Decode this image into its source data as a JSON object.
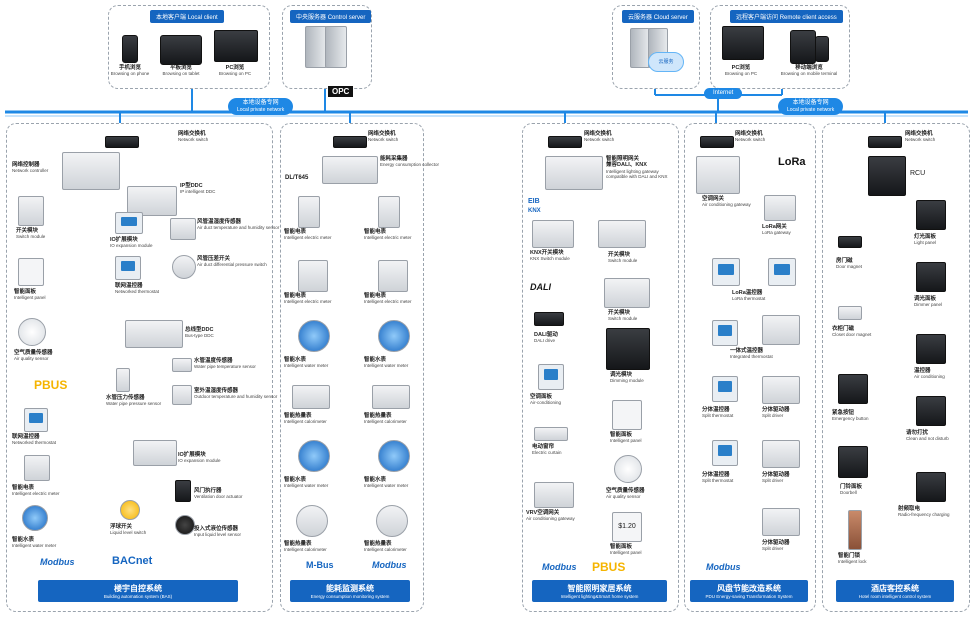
{
  "top": {
    "local_client": {
      "cn": "本地客户端",
      "en": "Local client",
      "devices": [
        {
          "cn": "手机浏览",
          "en": "Browsing on phone"
        },
        {
          "cn": "平板浏览",
          "en": "Browsing on tablet"
        },
        {
          "cn": "PC浏览",
          "en": "Browsing on PC"
        }
      ]
    },
    "control_server": {
      "cn": "中央服务器",
      "en": "Control server",
      "logo": "OPC"
    },
    "cloud_server": {
      "cn": "云服务器",
      "en": "Cloud server",
      "cloud_label": "云服务"
    },
    "remote_client": {
      "cn": "远程客户端访问",
      "en": "Remote client access",
      "devices": [
        {
          "cn": "PC浏览",
          "en": "Browsing on PC"
        },
        {
          "cn": "移动端浏览",
          "en": "Browsing on mobile terminal"
        }
      ]
    },
    "internet": "Internet"
  },
  "lan_left": {
    "cn": "本地设备专网",
    "en": "Local private network"
  },
  "lan_right": {
    "cn": "本地设备专网",
    "en": "Local private network"
  },
  "switch": {
    "cn": "网络交换机",
    "en": "Network switch"
  },
  "bas": {
    "title_cn": "楼宇自控系统",
    "title_en": "Building automation system (BAS)",
    "controller": {
      "cn": "网络控制器",
      "en": "Network controller"
    },
    "ip_ddc": {
      "cn": "IP型DDC",
      "en": "IP intelligent DDC"
    },
    "switch_module": {
      "cn": "开关模块",
      "en": "Switch module"
    },
    "panel": {
      "cn": "智能面板",
      "en": "Intelligent panel"
    },
    "air_sensor": {
      "cn": "空气质量传感器",
      "en": "Air quality sensor"
    },
    "io_module": {
      "cn": "IO扩展模块",
      "en": "IO expansion module"
    },
    "duct_sensor": {
      "cn": "风管温湿度传感器",
      "en": "Air duct temperature and humidity sensor"
    },
    "pressure_switch": {
      "cn": "风管压差开关",
      "en": "Air duct differential pressure switch"
    },
    "net_thermostat": {
      "cn": "联网温控器",
      "en": "Networked thermostat"
    },
    "bus_ddc": {
      "cn": "总线型DDC",
      "en": "Bus-type DDC"
    },
    "pipe_temp": {
      "cn": "水管温度传感器",
      "en": "Water pipe temperature sensor"
    },
    "outdoor_sensor": {
      "cn": "室外温湿度传感器",
      "en": "Outdoor temperature and humidity sensor"
    },
    "pipe_pressure": {
      "cn": "水管压力传感器",
      "en": "Water pipe pressure sensor"
    },
    "thermostat2": {
      "cn": "联网温控器",
      "en": "Networked thermostat"
    },
    "io_module2": {
      "cn": "IO扩展模块",
      "en": "IO expansion module"
    },
    "vent_actuator": {
      "cn": "风门执行器",
      "en": "Ventilation door actuator"
    },
    "meter": {
      "cn": "智能电表",
      "en": "Intelligent electric meter"
    },
    "water_meter": {
      "cn": "智能水表",
      "en": "Intelligent water meter"
    },
    "float_switch": {
      "cn": "浮球开关",
      "en": "Liquid level switch"
    },
    "level_sensor": {
      "cn": "投入式液位传感器",
      "en": "Input liquid level sensor"
    },
    "pbus": "PBUS",
    "modbus": "Modbus",
    "bacnet": "BACnet"
  },
  "energy": {
    "title_cn": "能耗监测系统",
    "title_en": "Energy consumption monitoring system",
    "protocol": "DL/T645",
    "collector": {
      "cn": "能耗采集器",
      "en": "Energy consumption collector"
    },
    "meter": {
      "cn": "智能电表",
      "en": "Intelligent electric meter"
    },
    "water": {
      "cn": "智能水表",
      "en": "Intelligent water meter"
    },
    "calori": {
      "cn": "智能热量表",
      "en": "Intelligent calorimeter"
    },
    "mbus": "M-Bus",
    "modbus": "Modbus"
  },
  "lighting": {
    "title_cn": "智能照明家居系统",
    "title_en": "Intelligent lighting&Smart home system",
    "gateway": {
      "cn": "智能照明网关",
      "sub_cn": "兼容DALI、KNX",
      "en": "Intelligent lighting gateway compatible with DALI and KNX"
    },
    "eib": "EIB",
    "knx": "KNX",
    "dali": "DALI",
    "knx_switch": {
      "cn": "KNX开关模块",
      "en": "KNX Switch module"
    },
    "switch_module": {
      "cn": "开关模块",
      "en": "Switch module"
    },
    "switch_module2": {
      "cn": "开关模块",
      "en": "Switch module"
    },
    "dali_drive": {
      "cn": "DALI驱动",
      "en": "DALI drive"
    },
    "dimming": {
      "cn": "调光模块",
      "en": "Dimming module"
    },
    "ac": {
      "cn": "空调面板",
      "en": "Air-conditioning"
    },
    "curtain": {
      "cn": "电动窗帘",
      "en": "Electric curtain"
    },
    "panel": {
      "cn": "智能面板",
      "en": "Intelligent panel"
    },
    "air": {
      "cn": "空气质量传感器",
      "en": "Air quality sensor"
    },
    "vrv": {
      "cn": "VRV空调网关",
      "en": "Air conditioning gateway"
    },
    "panel2": {
      "cn": "智能面板",
      "en": "Intelligent panel"
    },
    "panel_value": "$1.20",
    "modbus": "Modbus",
    "pbus": "PBUS"
  },
  "pdu": {
    "title_cn": "风盘节能改造系统",
    "title_en": "PDU Energy-saving Transformation System",
    "ac_gateway": {
      "cn": "空调网关",
      "en": "Air conditioning gateway"
    },
    "lora": "LoRa",
    "lora_gateway": {
      "cn": "LoRa网关",
      "en": "LoRa gateway"
    },
    "lora_thermo": {
      "cn": "LoRa温控器",
      "en": "LoRa thermostat"
    },
    "integrated": {
      "cn": "一体式温控器",
      "en": "Integrated thermostat"
    },
    "split_thermo": {
      "cn": "分体温控器",
      "en": "Split thermostat"
    },
    "split_driver": {
      "cn": "分体驱动器",
      "en": "Split driver"
    },
    "modbus": "Modbus"
  },
  "rcu": {
    "title_cn": "酒店客控系统",
    "title_en": "Hotel room intelligent control system",
    "rcu": "RCU",
    "light_panel": {
      "cn": "灯光面板",
      "en": "Light panel"
    },
    "door_magnet": {
      "cn": "房门磁",
      "en": "Door magnet"
    },
    "dimmer": {
      "cn": "调光面板",
      "en": "Dimmer panel"
    },
    "closet": {
      "cn": "衣柜门磁",
      "en": "Closet door magnet"
    },
    "thermostat": {
      "cn": "温控器",
      "en": "Air conditioning"
    },
    "emergency": {
      "cn": "紧急按钮",
      "en": "Emergency button"
    },
    "clean": {
      "cn": "请勿打扰",
      "en": "Clean and not disturb"
    },
    "doorbell": {
      "cn": "门铃面板",
      "en": "Doorbell"
    },
    "lock": {
      "cn": "智能门锁",
      "en": "Intelligent lock"
    },
    "rf": {
      "cn": "射频取电",
      "en": "Radio-frequency charging"
    }
  },
  "colors": {
    "lan": "#1e88e5",
    "bus_green": "#43a047",
    "bus_yellow": "#f5b400",
    "bus_blue": "#1565c0",
    "bus_purple": "#7b3fa0",
    "title_bar": "#1565c0"
  }
}
